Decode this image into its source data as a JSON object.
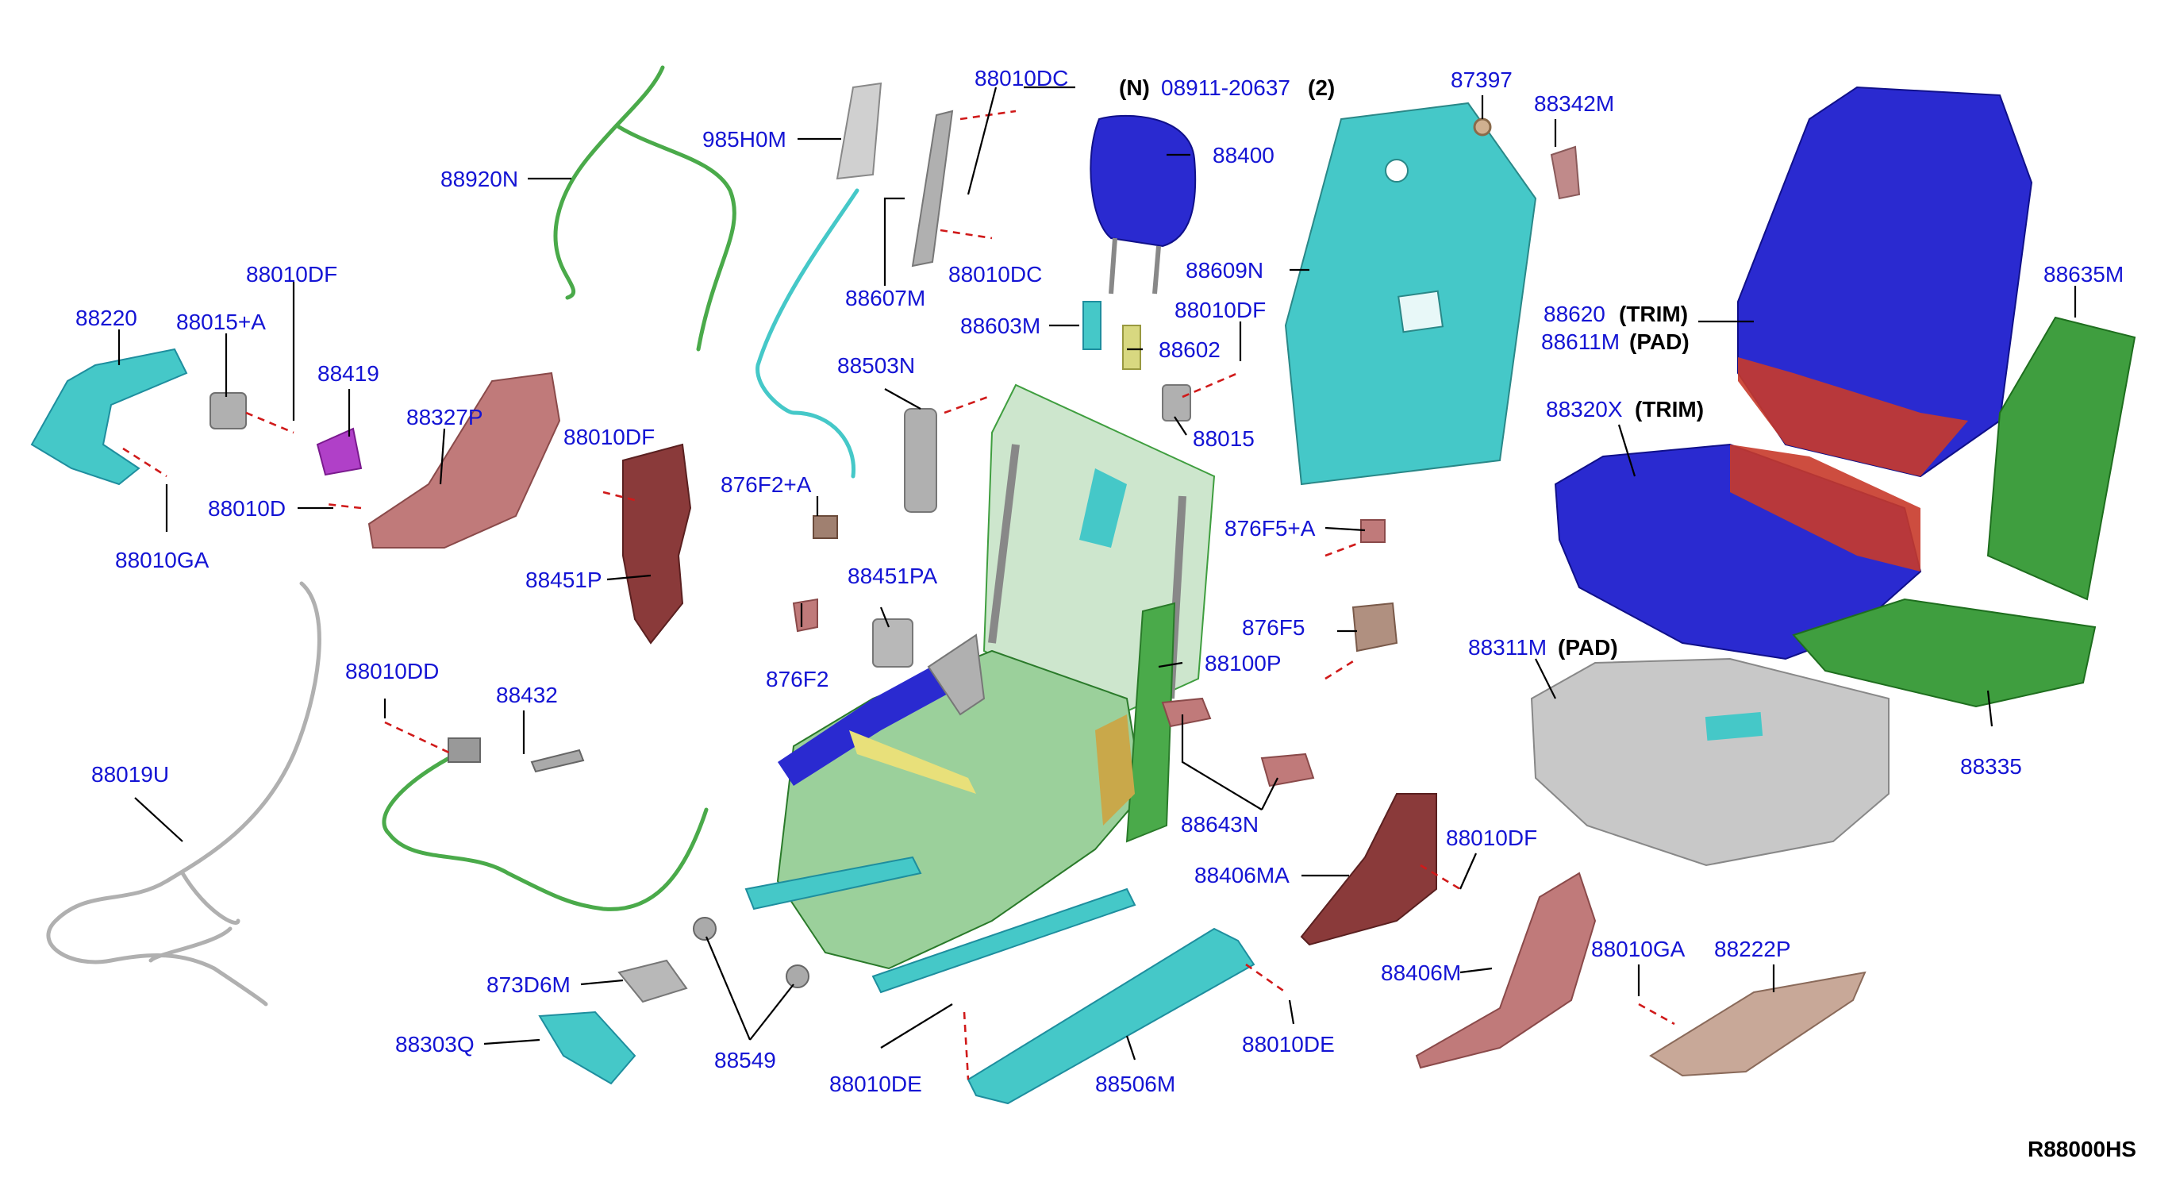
{
  "diagram_code": "R88000HS",
  "note": {
    "prefix": "(N)",
    "part": "08911-20637",
    "qty": "(2)"
  },
  "parts": {
    "p88220": "88220",
    "p88015A": "88015+A",
    "p88010DF_a": "88010DF",
    "p88419": "88419",
    "p88327P": "88327P",
    "p88010D": "88010D",
    "p88010GA_a": "88010GA",
    "p88920N": "88920N",
    "p985H0M": "985H0M",
    "p88010DC_a": "88010DC",
    "p88010DC_b": "88010DC",
    "p88607M": "88607M",
    "p88400": "88400",
    "p88603M": "88603M",
    "p88602": "88602",
    "p88010DF_b": "88010DF",
    "p88015": "88015",
    "p88609N": "88609N",
    "p87397": "87397",
    "p88342M": "88342M",
    "p88620": "88620",
    "p88611M": "88611M",
    "p88635M": "88635M",
    "p88320X": "88320X",
    "p88503N": "88503N",
    "p88010DF_c": "88010DF",
    "p876F2A": "876F2+A",
    "p88451P": "88451P",
    "p88451PA": "88451PA",
    "p876F2": "876F2",
    "p876F5A": "876F5+A",
    "p876F5": "876F5",
    "p88100P": "88100P",
    "p88311M": "88311M",
    "p88335": "88335",
    "p88010DD": "88010DD",
    "p88432": "88432",
    "p88019U": "88019U",
    "p88643N": "88643N",
    "p88406MA": "88406MA",
    "p88010DF_d": "88010DF",
    "p88406M": "88406M",
    "p88010GA_b": "88010GA",
    "p88222P": "88222P",
    "p873D6M": "873D6M",
    "p88303Q": "88303Q",
    "p88549": "88549",
    "p88010DE_a": "88010DE",
    "p88506M": "88506M",
    "p88010DE_b": "88010DE"
  },
  "suffixes": {
    "trim": "(TRIM)",
    "pad": "(PAD)"
  },
  "colors": {
    "label": "#1414d4",
    "leader": "#000000",
    "dash": "#d01a1a",
    "blue_part": "#2a2ad0",
    "teal_part": "#45c8c8",
    "rose_part": "#c07a7a",
    "green_part": "#3f9e3f",
    "gray_part": "#c8c8c8",
    "purple_part": "#b040c8",
    "red_part": "#c83a2a"
  }
}
